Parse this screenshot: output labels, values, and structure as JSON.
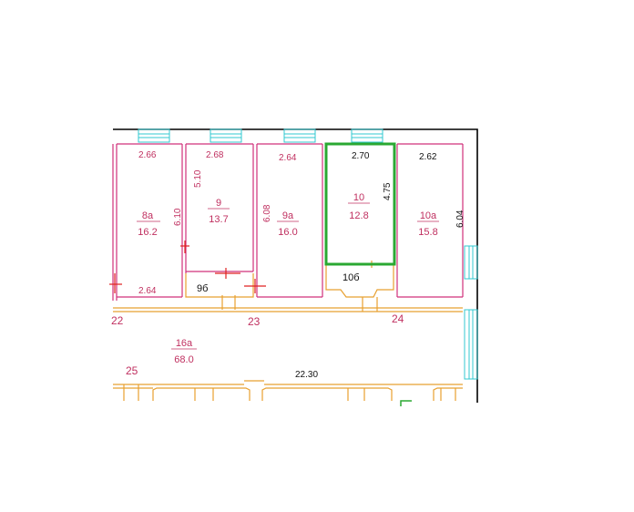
{
  "colors": {
    "wall_magenta": "#d0307a",
    "partition_orange": "#e8a030",
    "window_cyan": "#30c8d0",
    "outer_black": "#000000",
    "highlight_green": "#2aa832",
    "red_mark": "#e02020",
    "text_magenta": "#c03060",
    "text_black": "#111111"
  },
  "rooms": {
    "r8a": {
      "id": "8а",
      "area": "16.2",
      "width_top": "2.66",
      "width_bottom": "2.64",
      "depth": "6.10"
    },
    "r9": {
      "id": "9",
      "area": "13.7",
      "width_top": "2.68",
      "depth": "5.10"
    },
    "r9b": {
      "id": "9б"
    },
    "r9a": {
      "id": "9а",
      "area": "16.0",
      "width_top": "2.64",
      "depth": "6.08"
    },
    "r10": {
      "id": "10",
      "area": "12.8",
      "width_top": "2.70",
      "depth": "4.75"
    },
    "r10b": {
      "id": "10б"
    },
    "r10a": {
      "id": "10а",
      "area": "15.8",
      "width_top": "2.62",
      "depth": "6.04"
    },
    "r16a": {
      "id": "16а",
      "area": "68.0"
    }
  },
  "corridor": {
    "length": "22.30",
    "labels": [
      "22",
      "23",
      "24",
      "25"
    ]
  }
}
